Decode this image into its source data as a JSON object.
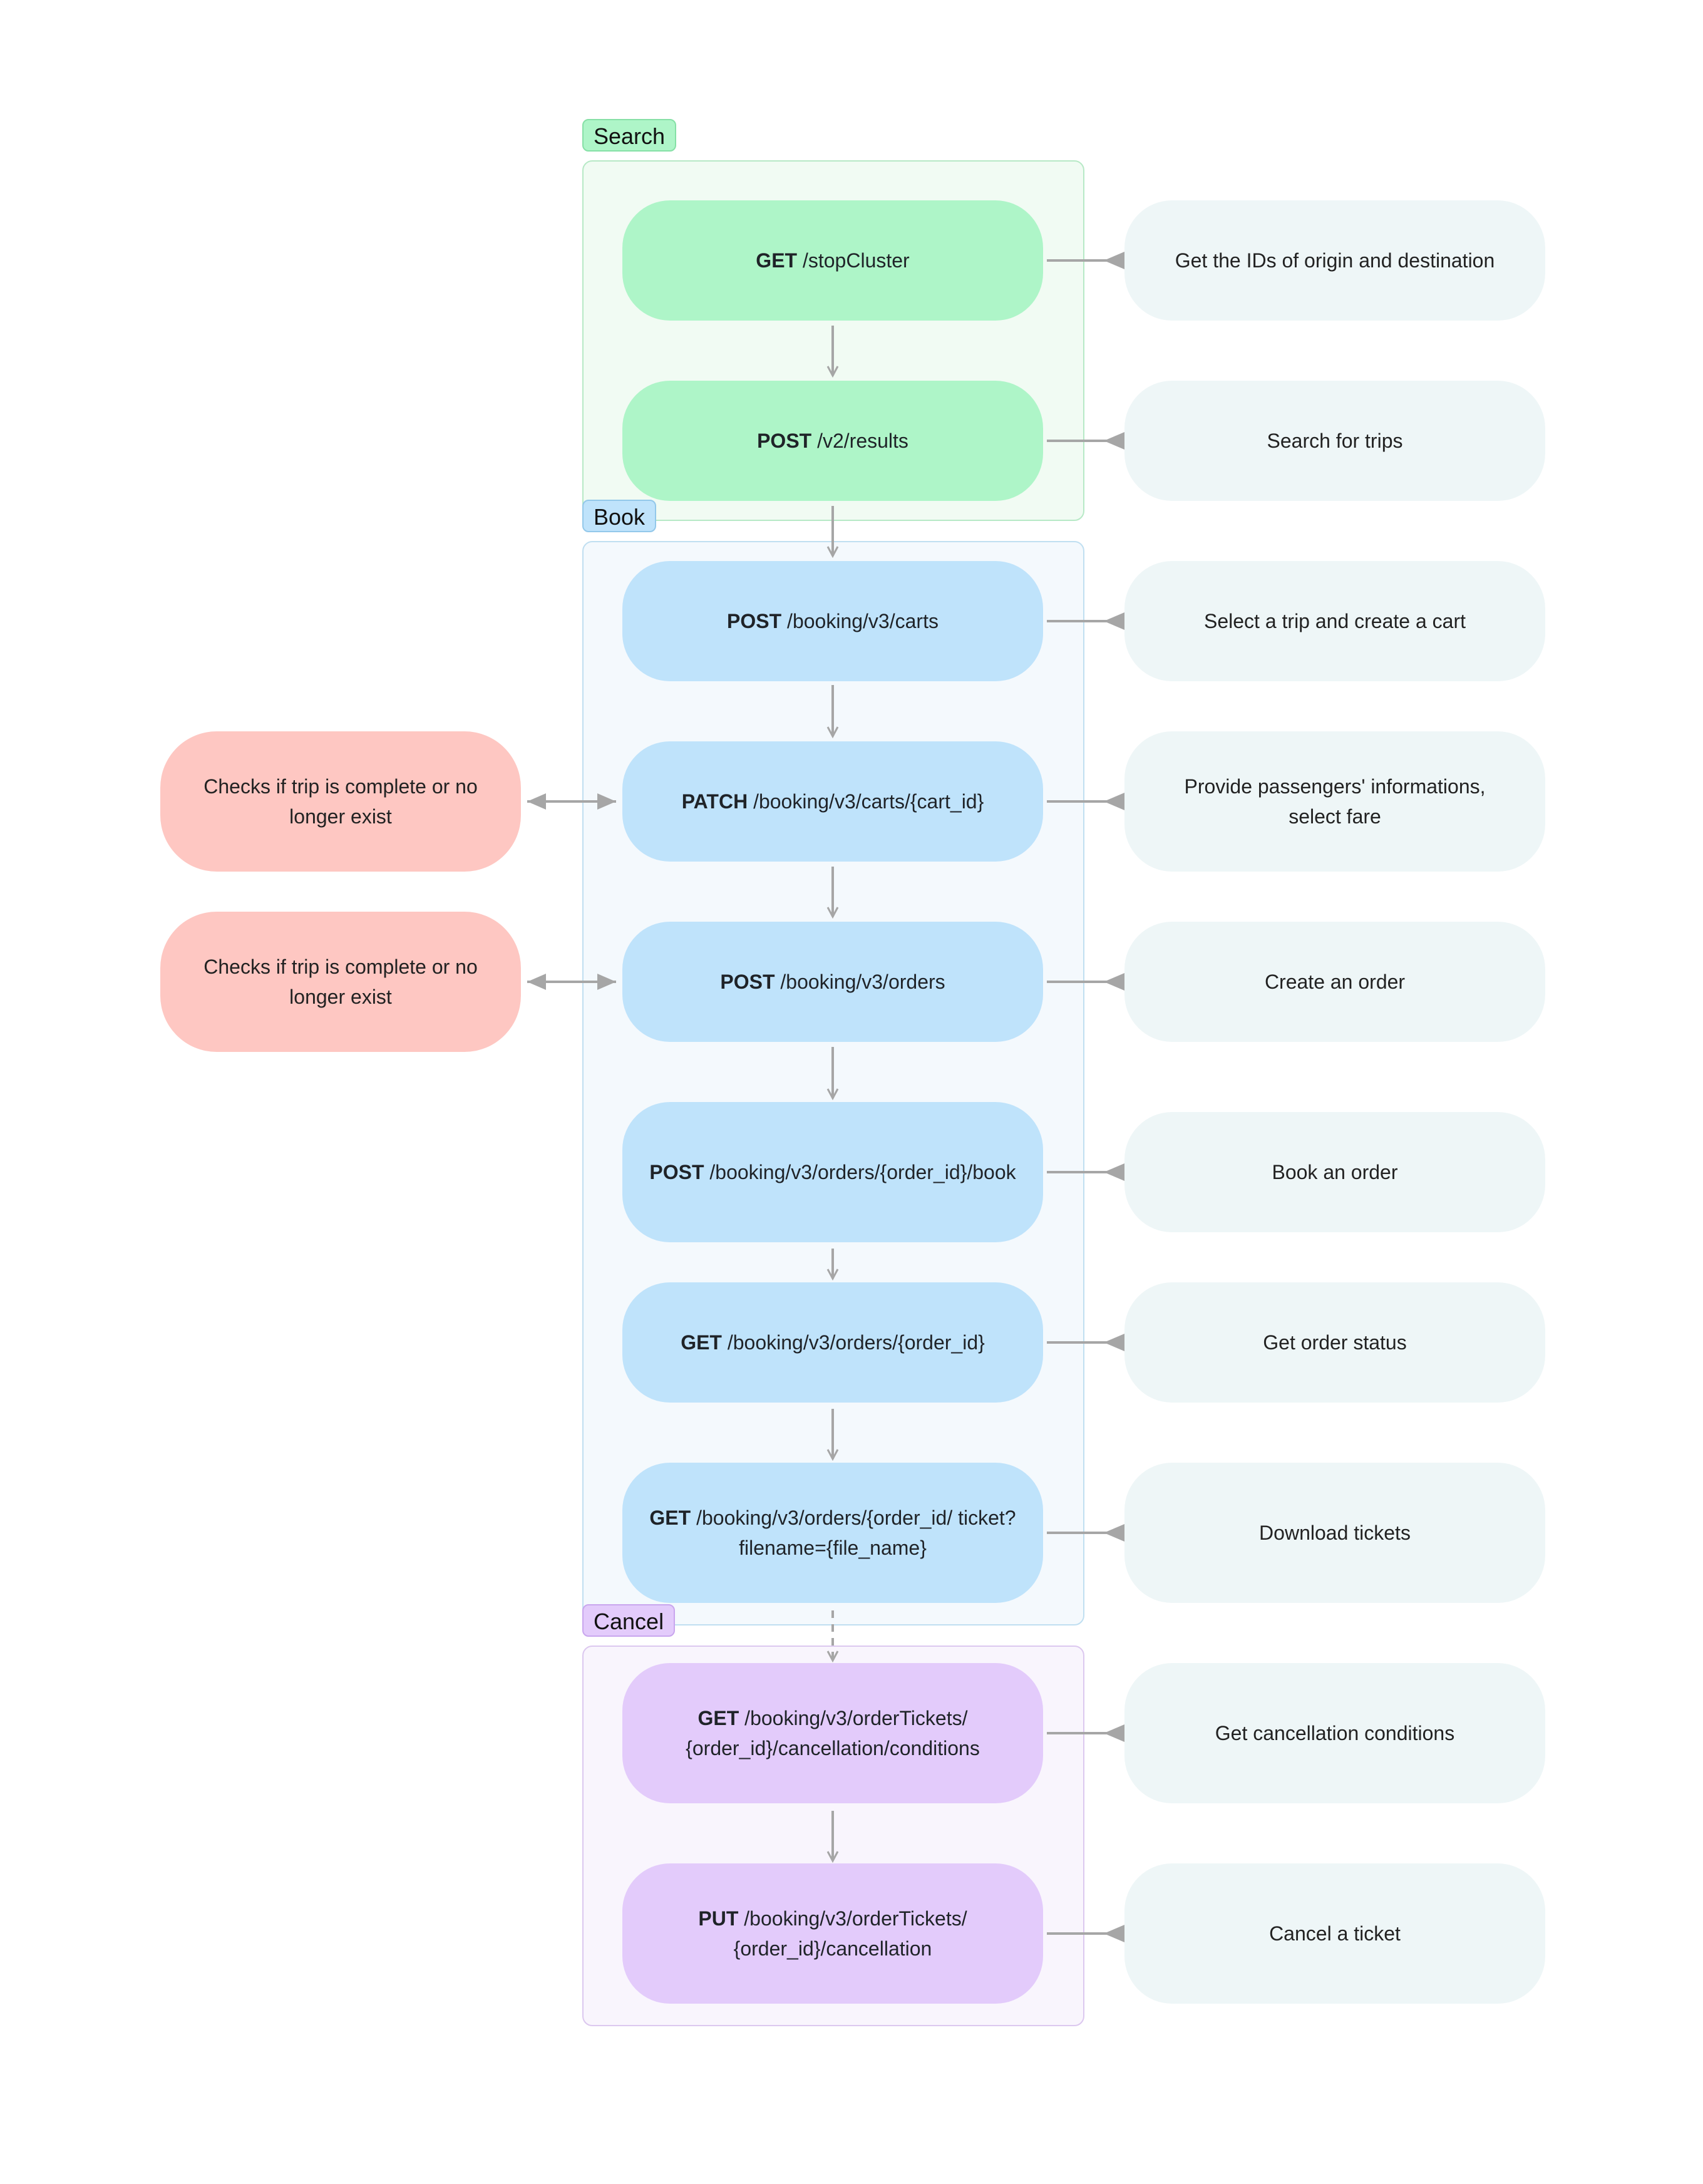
{
  "colors": {
    "search_fill": "#aef5c8",
    "search_bg": "#f1fbf3",
    "search_border": "#b7e9c6",
    "book_fill": "#bfe3fb",
    "book_bg": "#f4f9fd",
    "book_border": "#c0dff1",
    "cancel_fill": "#e3cbfb",
    "cancel_bg": "#f9f5fd",
    "cancel_border": "#dcc8ef",
    "desc_fill": "#eef6f7",
    "error_fill": "#fec7c2",
    "arrow": "#a6a6a6"
  },
  "groups": {
    "search": {
      "label": "Search"
    },
    "book": {
      "label": "Book"
    },
    "cancel": {
      "label": "Cancel"
    }
  },
  "steps": [
    {
      "verb": "GET",
      "path": "/stopCluster",
      "description": "Get the IDs of origin and destination"
    },
    {
      "verb": "POST",
      "path": "/v2/results",
      "description": "Search for trips"
    },
    {
      "verb": "POST",
      "path": "/booking/v3/carts",
      "description": "Select a trip and create a cart"
    },
    {
      "verb": "PATCH",
      "path": "/booking/v3/carts/{cart_id}",
      "description": "Provide passengers' informations, select fare"
    },
    {
      "verb": "POST",
      "path": "/booking/v3/orders",
      "description": "Create an order"
    },
    {
      "verb": "POST",
      "path": "/booking/v3/orders/{order_id}/book",
      "description": "Book an order"
    },
    {
      "verb": "GET",
      "path": "/booking/v3/orders/{order_id}",
      "description": "Get order status"
    },
    {
      "verb": "GET",
      "path": "/booking/v3/orders/{order_id/ ticket?filename={file_name}",
      "description": "Download tickets"
    },
    {
      "verb": "GET",
      "path": "/booking/v3/orderTickets/ {order_id}/cancellation/conditions",
      "description": "Get cancellation conditions"
    },
    {
      "verb": "PUT",
      "path": "/booking/v3/orderTickets/ {order_id}/cancellation",
      "description": "Cancel a ticket"
    }
  ],
  "checks": [
    {
      "text": "Checks if trip is complete or no longer exist"
    },
    {
      "text": "Checks if trip is complete or no longer exist"
    }
  ]
}
